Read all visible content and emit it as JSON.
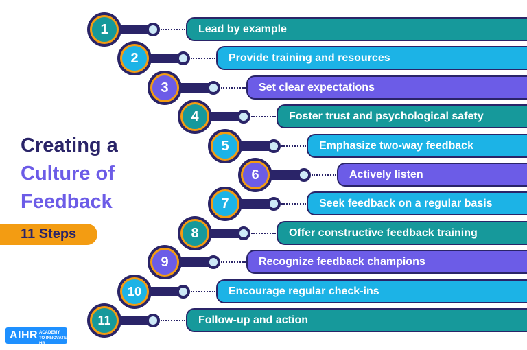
{
  "title": {
    "line1": "Creating a",
    "line2": "Culture of",
    "line3": "Feedback"
  },
  "badge": {
    "label": "11 Steps"
  },
  "logo": {
    "mark": "AIHR",
    "tagline": "ACADEMY TO INNOVATE HR"
  },
  "colors": {
    "navy": "#2a2468",
    "orange": "#f39c12",
    "teal": "#16999b",
    "blue": "#1cb3e6",
    "purple": "#6c5ce7",
    "dot_fill": "#cde9f7"
  },
  "steps": [
    {
      "num": "1",
      "label": "Lead by example",
      "color": "teal"
    },
    {
      "num": "2",
      "label": "Provide training and resources",
      "color": "blue"
    },
    {
      "num": "3",
      "label": "Set clear expectations",
      "color": "purple"
    },
    {
      "num": "4",
      "label": "Foster trust and psychological safety",
      "color": "teal"
    },
    {
      "num": "5",
      "label": "Emphasize two-way feedback",
      "color": "blue"
    },
    {
      "num": "6",
      "label": "Actively listen",
      "color": "purple"
    },
    {
      "num": "7",
      "label": "Seek feedback on a regular basis",
      "color": "blue"
    },
    {
      "num": "8",
      "label": "Offer constructive feedback training",
      "color": "teal"
    },
    {
      "num": "9",
      "label": "Recognize feedback champions",
      "color": "purple"
    },
    {
      "num": "10",
      "label": "Encourage regular check-ins",
      "color": "blue"
    },
    {
      "num": "11",
      "label": "Follow-up and action",
      "color": "teal"
    }
  ]
}
